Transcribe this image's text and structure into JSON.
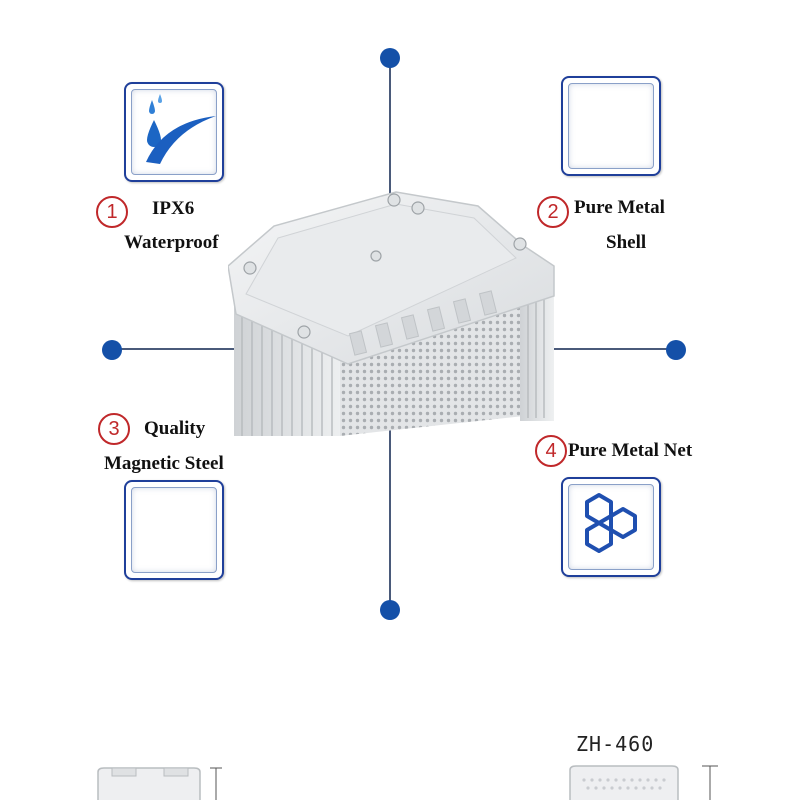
{
  "features": [
    {
      "number": "1",
      "line1": "IPX6",
      "line2": "Waterproof",
      "icon": "water-drops-icon"
    },
    {
      "number": "2",
      "line1": "Pure Metal",
      "line2": "Shell",
      "icon": "blank-icon"
    },
    {
      "number": "3",
      "line1": "Quality",
      "line2": "Magnetic Steel",
      "icon": "blank-icon"
    },
    {
      "number": "4",
      "line1": "Pure Metal Net",
      "line2": "",
      "icon": "honeycomb-icon"
    }
  ],
  "model": {
    "name": "ZH-460"
  },
  "colors": {
    "accent": "#1450a8",
    "number_red": "#c0282a",
    "box_border": "#1f3f9a",
    "speaker_body": "#e6e8ea"
  }
}
